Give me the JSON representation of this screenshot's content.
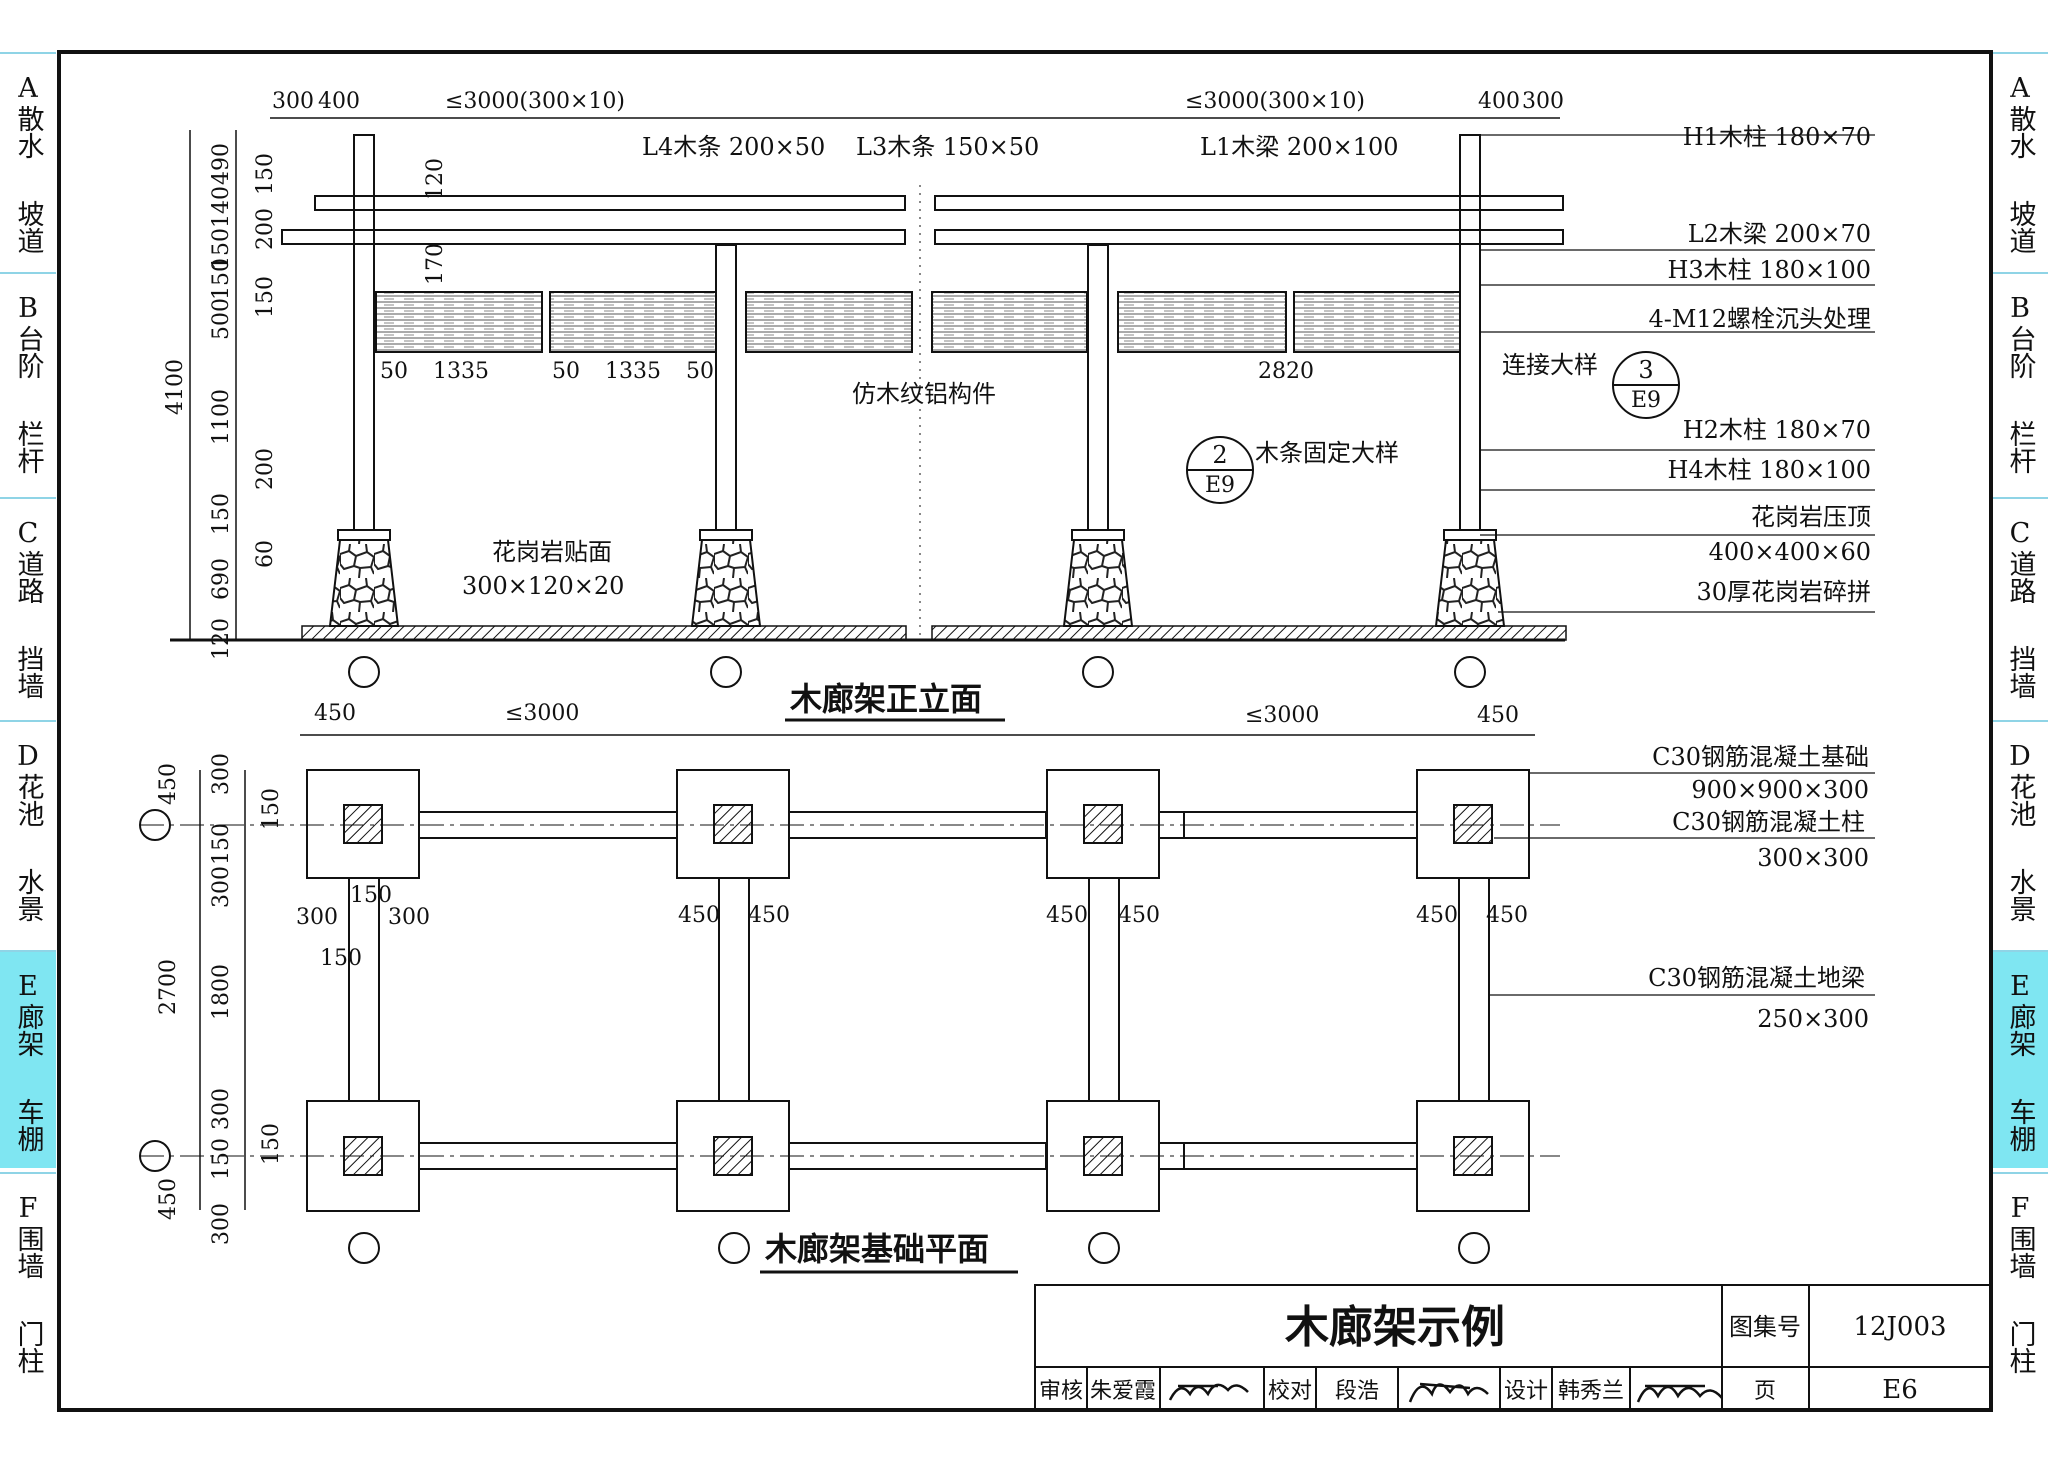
{
  "side_tabs": [
    {
      "code": "A",
      "line1": "散水",
      "line2": "坡道",
      "active": false
    },
    {
      "code": "B",
      "line1": "台阶",
      "line2": "栏杆",
      "active": false
    },
    {
      "code": "C",
      "line1": "道路",
      "line2": "挡墙",
      "active": false
    },
    {
      "code": "D",
      "line1": "花池",
      "line2": "水景",
      "active": false
    },
    {
      "code": "E",
      "line1": "廊架",
      "line2": "车棚",
      "active": true
    },
    {
      "code": "F",
      "line1": "围墙",
      "line2": "门柱",
      "active": false
    }
  ],
  "elevation": {
    "title": "木廊架正立面",
    "top_dims": [
      "300",
      "400",
      "≤3000(300×10)",
      "≤3000(300×10)",
      "400",
      "300"
    ],
    "left_dims": [
      "490",
      "140",
      "150",
      "150",
      "500",
      "1100",
      "150",
      "690",
      "120",
      "4100"
    ],
    "inner_dims": [
      "150",
      "200",
      "150",
      "120",
      "170",
      "200",
      "60"
    ],
    "bottom_dims": [
      "50",
      "1335",
      "50",
      "1335",
      "50",
      "2820"
    ],
    "labels": {
      "l4": "L4木条 200×50",
      "l3": "L3木条 150×50",
      "l1": "L1木梁 200×100",
      "h1": "H1木柱 180×70",
      "l2": "L2木梁 200×70",
      "h3": "H3木柱 180×100",
      "bolt": "4-M12螺栓沉头处理",
      "detail3": "连接大样",
      "h2": "H2木柱 180×70",
      "h4": "H4木柱 180×100",
      "granite_cap": "花岗岩压顶",
      "granite_cap_size": "400×400×60",
      "granite_chip": "30厚花岗岩碎拼",
      "alu": "仿木纹铝构件",
      "detail2": "木条固定大样",
      "granite_face": "花岗岩贴面",
      "granite_face_size": "300×120×20"
    },
    "detail_refs": [
      {
        "num": "3",
        "sheet": "E9"
      },
      {
        "num": "2",
        "sheet": "E9"
      }
    ]
  },
  "plan": {
    "title": "木廊架基础平面",
    "top_dims": [
      "450",
      "≤3000",
      "≤3000",
      "450"
    ],
    "left_dims": [
      "450",
      "300",
      "150",
      "150",
      "300",
      "2700",
      "1800",
      "300",
      "150",
      "150",
      "450",
      "300"
    ],
    "mid_dims": [
      "300",
      "150",
      "300",
      "150",
      "450",
      "450",
      "450",
      "450",
      "450",
      "450"
    ],
    "labels": {
      "footing": "C30钢筋混凝土基础",
      "footing_size": "900×900×300",
      "column": "C30钢筋混凝土柱",
      "column_size": "300×300",
      "beam": "C30钢筋混凝土地梁",
      "beam_size": "250×300"
    }
  },
  "title_block": {
    "drawing_title": "木廊架示例",
    "atlas_label": "图集号",
    "atlas_no": "12J003",
    "review_label": "审核",
    "reviewer": "朱爱霞",
    "check_label": "校对",
    "checker": "段浩",
    "design_label": "设计",
    "designer": "韩秀兰",
    "page_label": "页",
    "page_no": "E6"
  },
  "colors": {
    "tab_active": "#7fe6f2",
    "tab_border": "#8fd4e6",
    "line": "#111111"
  }
}
